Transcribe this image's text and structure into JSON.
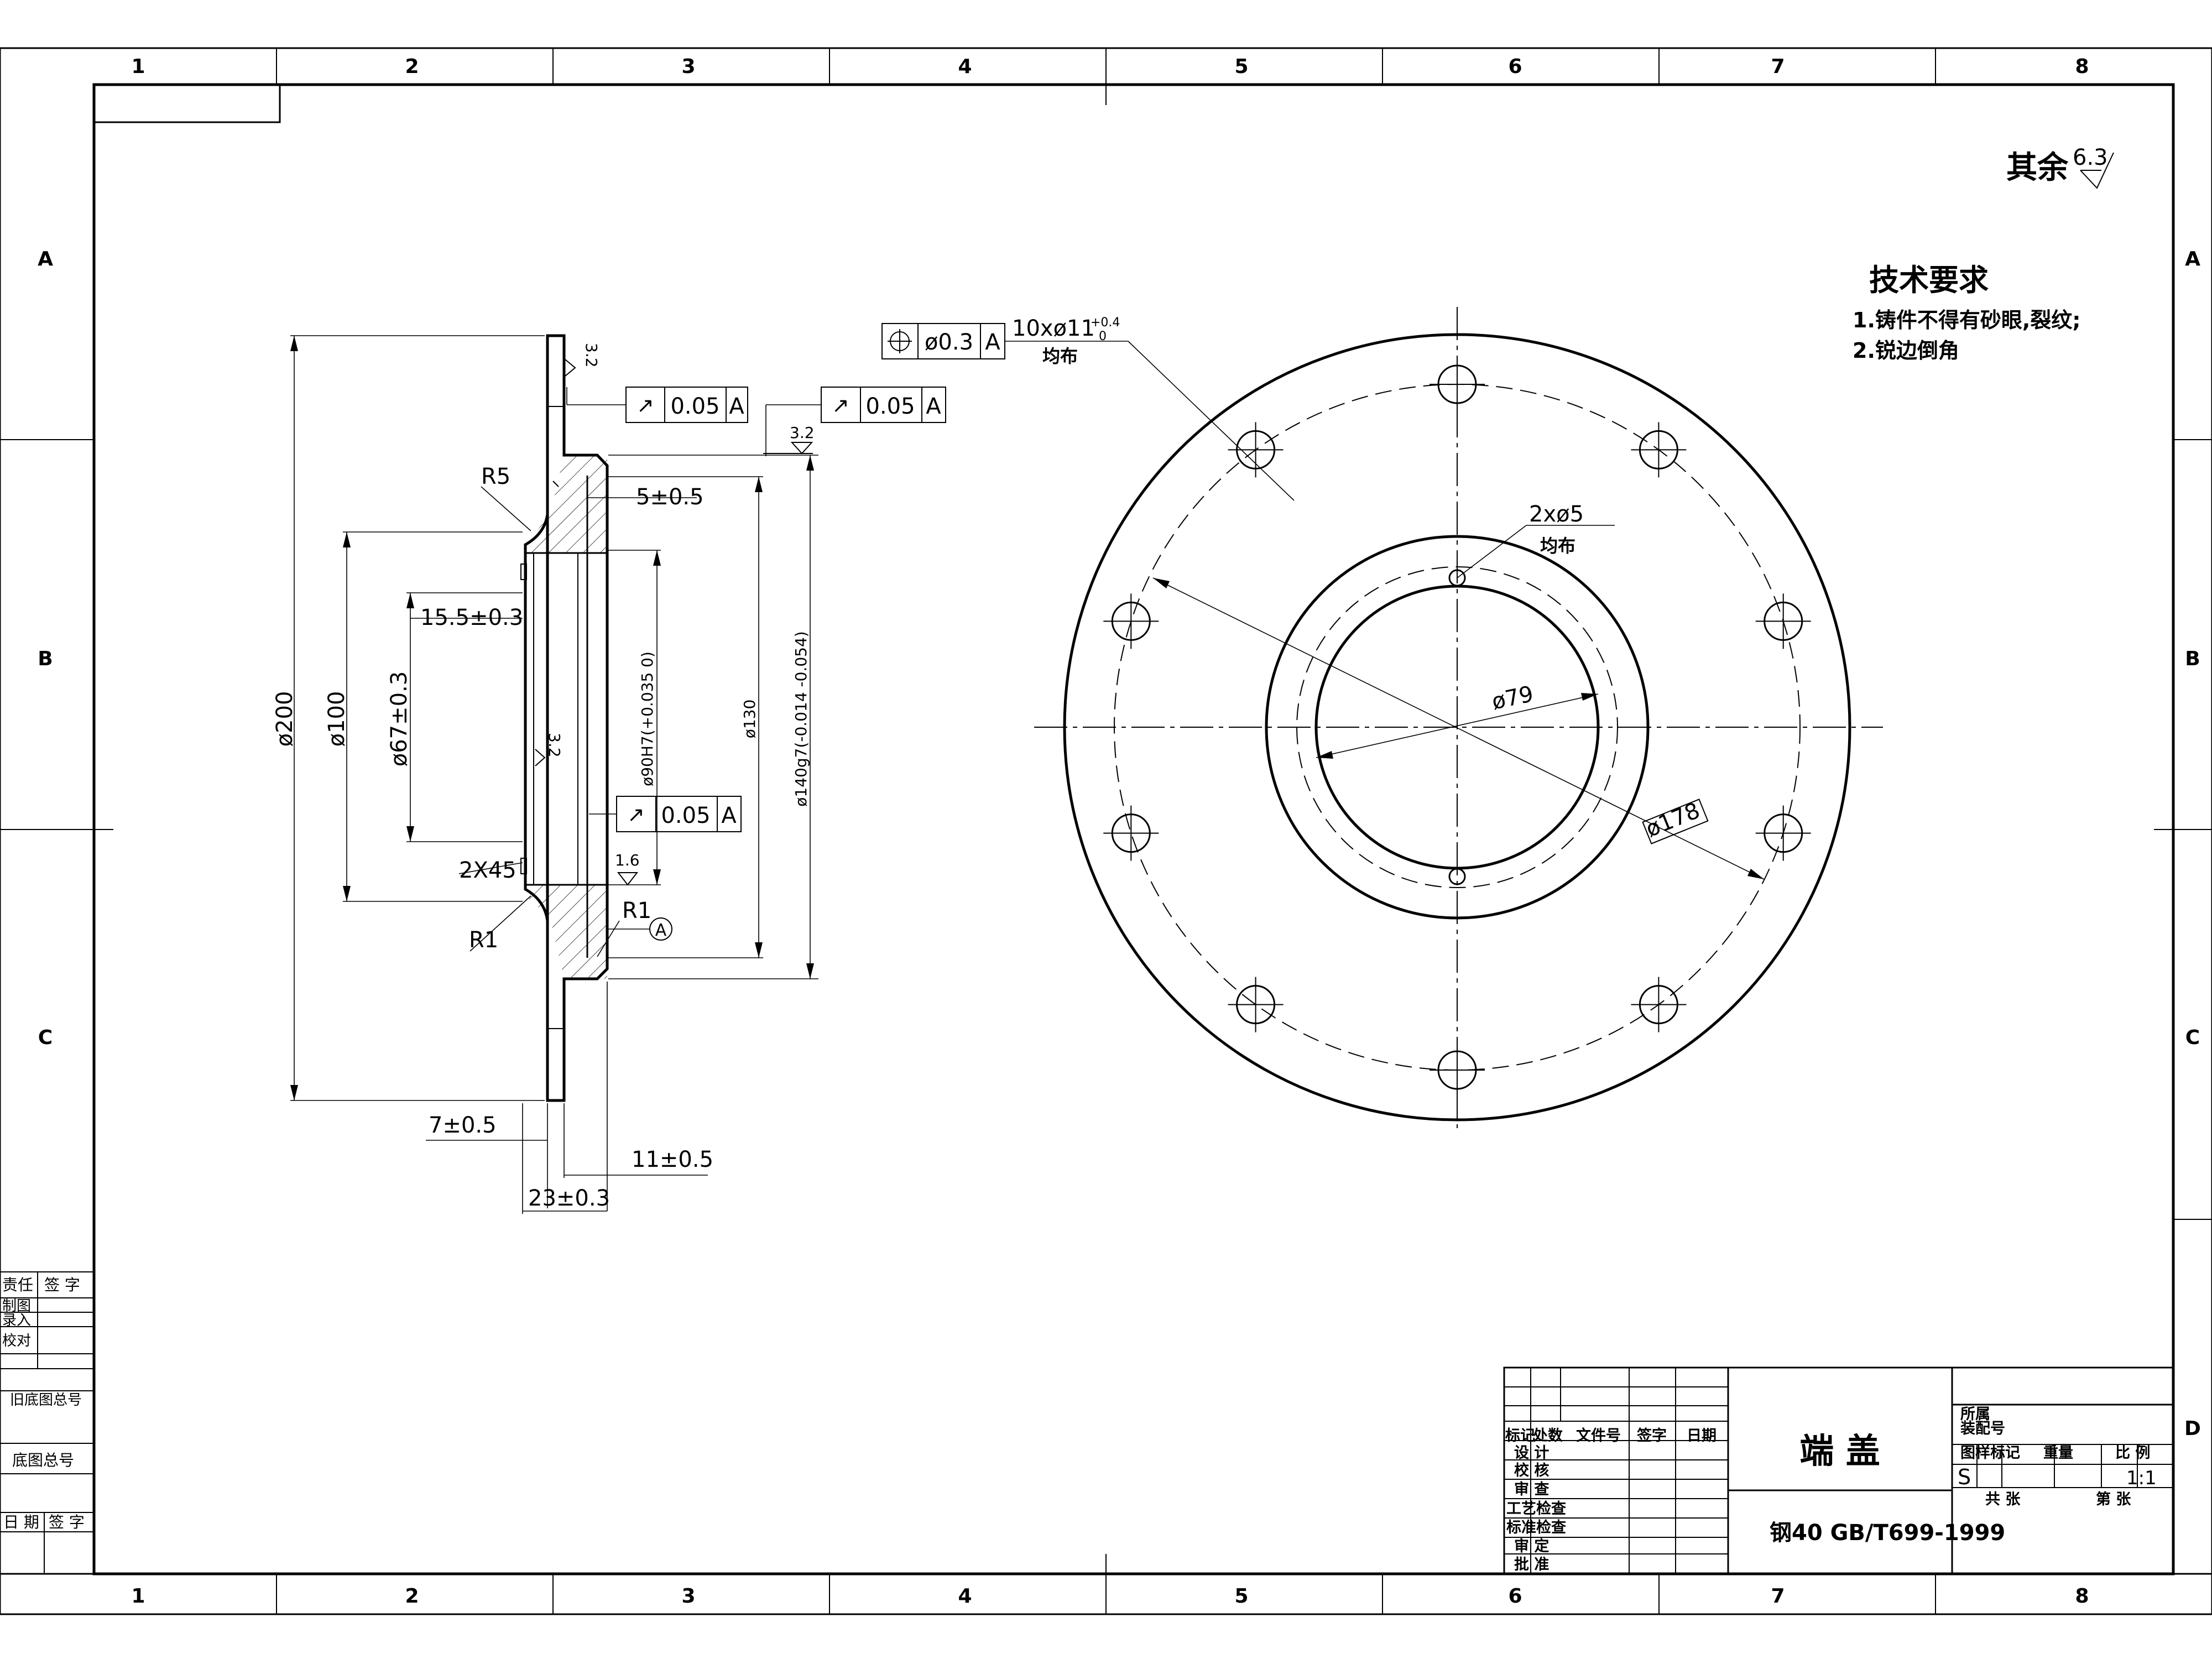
{
  "zones": {
    "columns": [
      "1",
      "2",
      "3",
      "4",
      "5",
      "6",
      "7",
      "8"
    ],
    "rows": [
      "A",
      "B",
      "C",
      "D"
    ]
  },
  "surface_finish": {
    "label": "其余",
    "value": "6.3"
  },
  "tech_requirements": {
    "title": "技术要求",
    "items": [
      "1.铸件不得有砂眼,裂纹;",
      "2.锐边倒角"
    ]
  },
  "section_view": {
    "dims": {
      "d200": "ø200",
      "d100": "ø100",
      "d67": "ø67±0.3",
      "d155": "15.5±0.3",
      "d5": "5±0.5",
      "d90": "ø90H7(+0.035 0)",
      "d130": "ø130",
      "d140": "ø140g7(-0.014 -0.054)",
      "r5": "R5",
      "r1a": "R1",
      "r1b": "R1",
      "chamfer": "2X45",
      "d7": "7±0.5",
      "d11": "11±0.5",
      "d23": "23±0.3"
    },
    "roughness": {
      "top": "3.2",
      "mid": "3.2",
      "flange": "3.2",
      "bore": "1.6"
    },
    "runout_frames": [
      {
        "symbol": "↗",
        "value": "0.05",
        "datum": "A"
      },
      {
        "symbol": "↗",
        "value": "0.05",
        "datum": "A"
      },
      {
        "symbol": "↗",
        "value": "0.05",
        "datum": "A"
      }
    ],
    "datum_label": "A"
  },
  "front_view": {
    "position_frame": {
      "symbol": "⌖",
      "value": "ø0.3",
      "datum": "A"
    },
    "holes_note": "10xø11",
    "holes_tol": [
      "+0.4",
      "0"
    ],
    "holes_even": "均布",
    "small_holes_note": "2xø5",
    "small_holes_even": "均布",
    "d79": "ø79",
    "d178": "ø178"
  },
  "left_block": {
    "rows": [
      "责任",
      "签 字",
      "制图",
      "录入",
      "校对"
    ],
    "old_number": "旧底图总号",
    "base_number": "底图总号",
    "date": "日 期",
    "sign": "签 字"
  },
  "title_block": {
    "headers": [
      "标记",
      "处数",
      "文件号",
      "签字",
      "日期"
    ],
    "roles": [
      "设 计",
      "校 核",
      "审 查",
      "工艺检查",
      "标准检查",
      "审 定",
      "批 准"
    ],
    "part_name": "端 盖",
    "material": "钢40 GB/T699-1999",
    "assembly_labels": [
      "所属",
      "装配号"
    ],
    "sample_mark": "图样标记",
    "weight": "重量",
    "scale_label": "比 例",
    "sample_value": "S",
    "scale_value": "1:1",
    "total_sheets": "共 张",
    "sheet_no": "第 张"
  }
}
